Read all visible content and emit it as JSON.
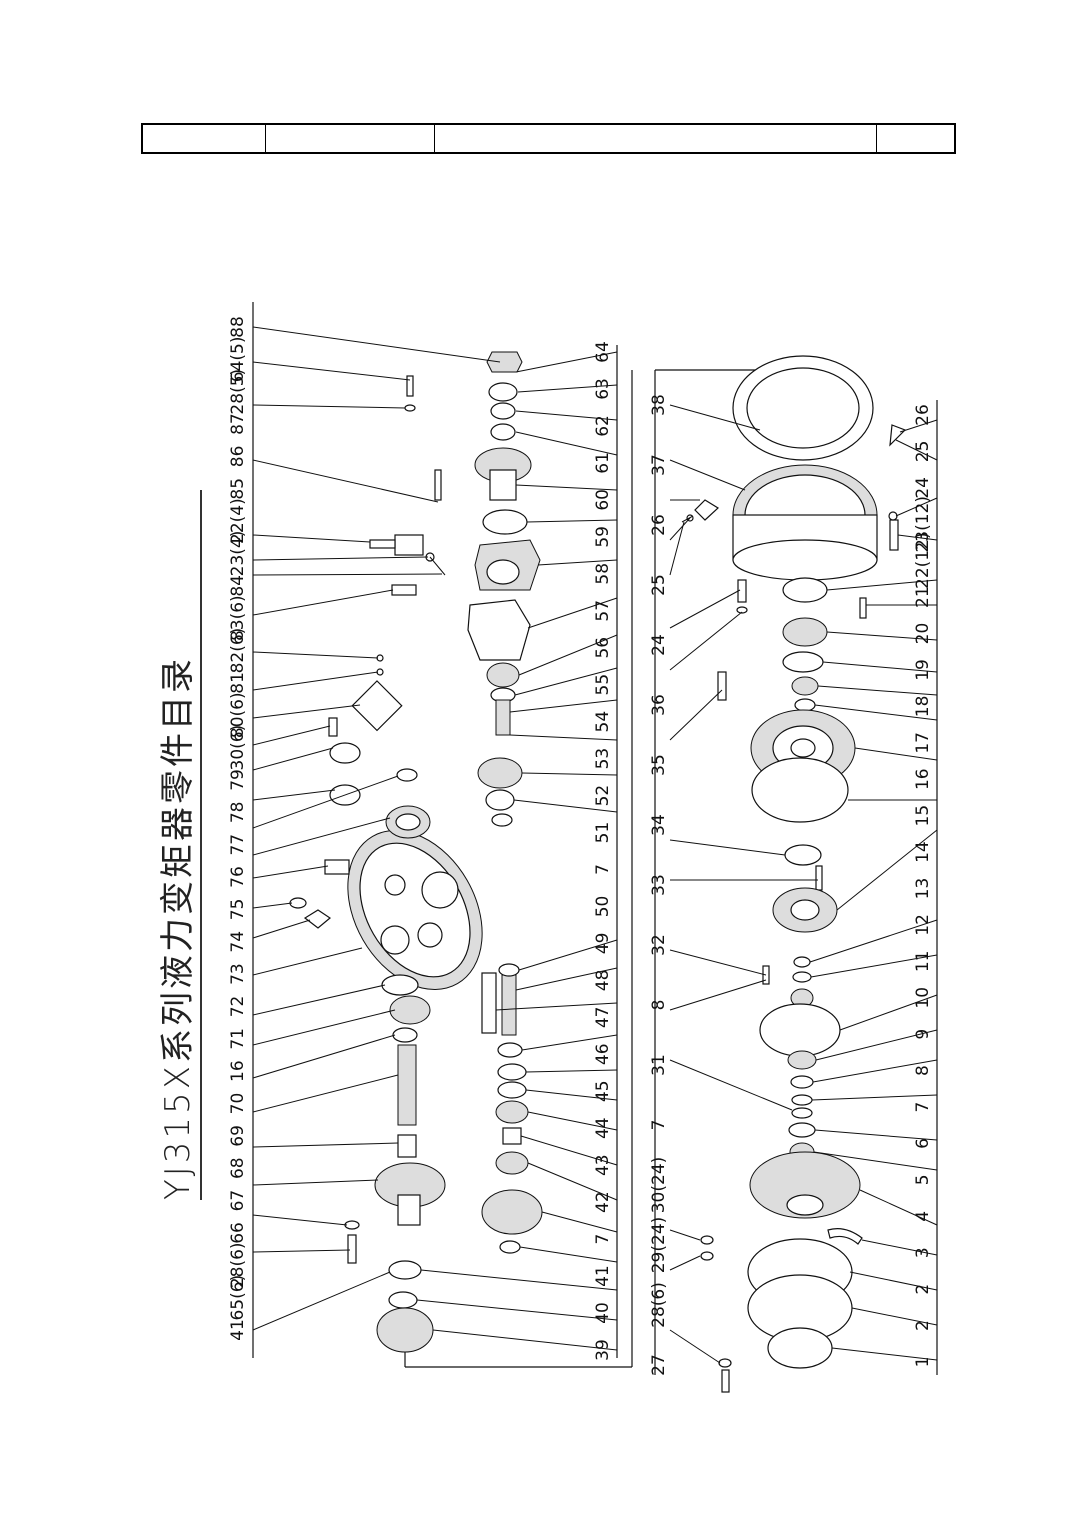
{
  "header": {
    "cells": [
      "",
      "",
      "",
      ""
    ]
  },
  "title": "YJ315X系列液力变矩器零件目录",
  "left_column_labels": [
    "88",
    "64(5)",
    "28(5)",
    "87",
    "86",
    "85",
    "22(4)",
    "23(4)",
    "84",
    "83(6)",
    "82(6)",
    "81",
    "80(6)",
    "30(6)",
    "79",
    "78",
    "77",
    "76",
    "75",
    "74",
    "73",
    "72",
    "71",
    "16",
    "70",
    "69",
    "68",
    "67",
    "66",
    "28(6)",
    "65(6)",
    "41"
  ],
  "middle_column_labels": [
    "64",
    "63",
    "62",
    "61",
    "60",
    "59",
    "58",
    "57",
    "56",
    "55",
    "54",
    "53",
    "52",
    "51",
    "7",
    "50",
    "49",
    "48",
    "47",
    "46",
    "45",
    "44",
    "43",
    "42",
    "7",
    "41",
    "40",
    "39"
  ],
  "right_top_labels": [
    "38",
    "37",
    "26",
    "25",
    "24",
    "36",
    "35",
    "34",
    "33",
    "32",
    "8",
    "31",
    "7",
    "30(24)",
    "29(24)",
    "28(6)",
    "27"
  ],
  "right_column_labels": [
    "26",
    "25",
    "24",
    "23(12)",
    "22(12)",
    "21",
    "20",
    "19",
    "18",
    "17",
    "16",
    "15",
    "14",
    "13",
    "12",
    "11",
    "10",
    "9",
    "8",
    "7",
    "6",
    "5",
    "4",
    "3",
    "2",
    "2",
    "1"
  ]
}
